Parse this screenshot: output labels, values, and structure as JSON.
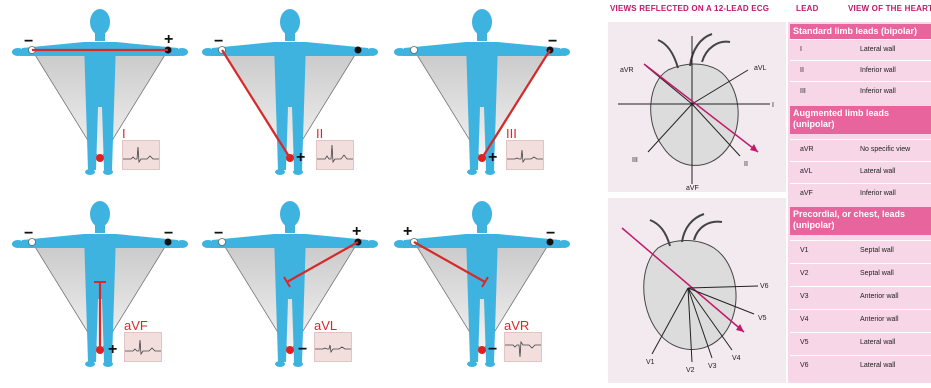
{
  "limb_leads": [
    {
      "lead": "I",
      "neg": "−",
      "pos": "+"
    },
    {
      "lead": "II",
      "neg": "−",
      "pos": "+"
    },
    {
      "lead": "III",
      "neg": "−",
      "pos": "+"
    },
    {
      "lead": "aVF",
      "neg_left": "−",
      "neg_right": "−",
      "pos": "+"
    },
    {
      "lead": "aVL",
      "neg": "−",
      "pos": "+"
    },
    {
      "lead": "aVR",
      "neg": "−",
      "pos": "+"
    }
  ],
  "views": {
    "title": "VIEWS REFLECTED ON A 12-LEAD ECG",
    "col_lead": "LEAD",
    "col_view": "VIEW OF THE HEART",
    "sections": [
      {
        "title": "Standard limb leads (bipolar)",
        "rows": [
          {
            "lead": "I",
            "view": "Lateral wall"
          },
          {
            "lead": "II",
            "view": "Inferior wall"
          },
          {
            "lead": "III",
            "view": "Inferior wall"
          }
        ]
      },
      {
        "title": "Augmented limb leads (unipolar)",
        "rows": [
          {
            "lead": "aVR",
            "view": "No specific view"
          },
          {
            "lead": "aVL",
            "view": "Lateral wall"
          },
          {
            "lead": "aVF",
            "view": "Inferior wall"
          }
        ]
      },
      {
        "title": "Precordial, or chest, leads (unipolar)",
        "rows": [
          {
            "lead": "V1",
            "view": "Septal wall"
          },
          {
            "lead": "V2",
            "view": "Septal wall"
          },
          {
            "lead": "V3",
            "view": "Anterior wall"
          },
          {
            "lead": "V4",
            "view": "Anterior wall"
          },
          {
            "lead": "V5",
            "view": "Lateral wall"
          },
          {
            "lead": "V6",
            "view": "Lateral wall"
          }
        ]
      }
    ]
  },
  "axes_labels": {
    "i": "I",
    "ii": "II",
    "iii": "III",
    "avr": "aVR",
    "avl": "aVL",
    "avf": "aVF"
  },
  "precordial_labels": [
    "V1",
    "V2",
    "V3",
    "V4",
    "V5",
    "V6"
  ]
}
